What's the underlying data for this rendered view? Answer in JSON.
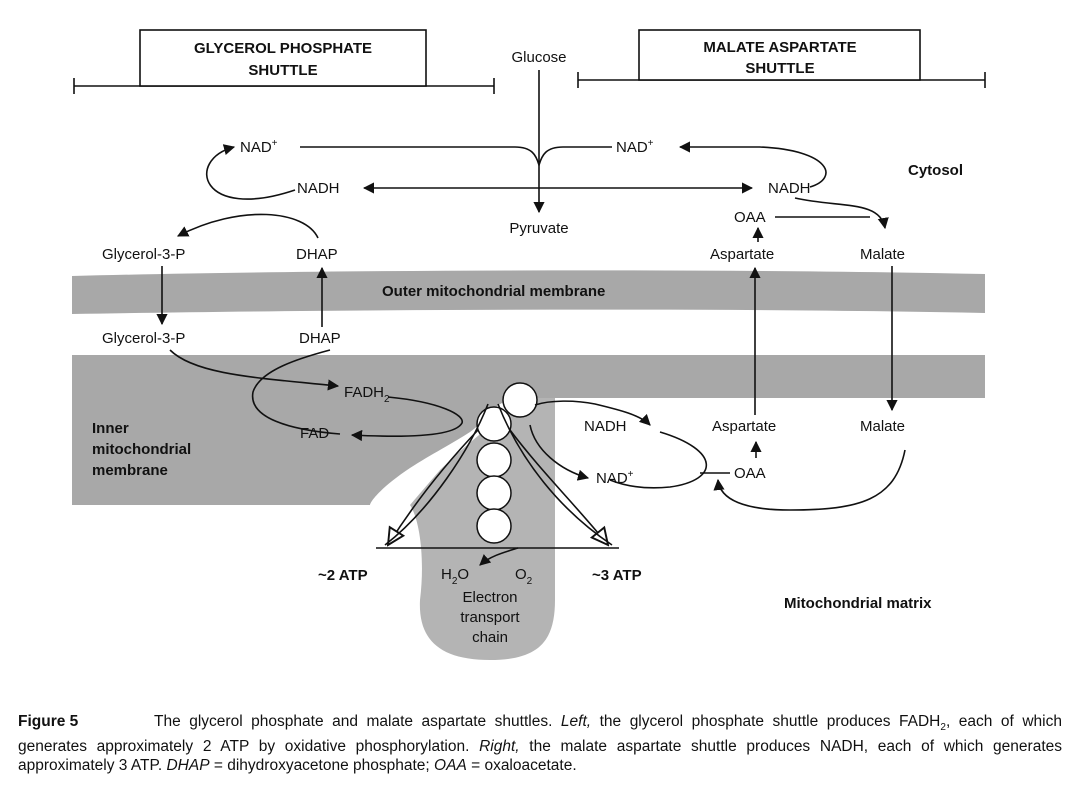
{
  "headers": {
    "left": [
      "GLYCEROL PHOSPHATE",
      "SHUTTLE"
    ],
    "right": [
      "MALATE ASPARTATE",
      "SHUTTLE"
    ]
  },
  "center": {
    "glucose": "Glucose",
    "pyruvate": "Pyruvate"
  },
  "cytosol": {
    "label": "Cytosol",
    "nad_left": "NAD",
    "nadh_left": "NADH",
    "nad_right": "NAD",
    "nadh_right": "NADH",
    "oaa": "OAA",
    "aspartate": "Aspartate",
    "malate": "Malate",
    "glycerol3p": "Glycerol-3-P",
    "dhap": "DHAP",
    "plus": "+"
  },
  "membranes": {
    "outer": "Outer mitochondrial membrane",
    "inner": [
      "Inner",
      "mitochondrial",
      "membrane"
    ]
  },
  "intermembrane": {
    "glycerol3p": "Glycerol-3-P",
    "dhap": "DHAP",
    "fadh": "FADH",
    "fadh_sub": "2",
    "fad": "FAD"
  },
  "matrix": {
    "label": "Mitochondrial matrix",
    "nadh": "NADH",
    "nad": "NAD",
    "aspartate": "Aspartate",
    "malate": "Malate",
    "oaa": "OAA",
    "atp_left": "~2 ATP",
    "atp_right": "~3 ATP",
    "h2o_h": "H",
    "h2o_sub": "2",
    "h2o_o": "O",
    "o2_o": "O",
    "o2_sub": "2",
    "etc": [
      "Electron",
      "transport",
      "chain"
    ]
  },
  "caption": {
    "fig_num": "Figure 5",
    "t1": "The glycerol phosphate and malate aspartate shuttles. ",
    "left_em": "Left,",
    "t2": " the glycerol phosphate shuttle produces FADH",
    "sub2a": "2",
    "t3": ", each of which generates approximately 2 ATP by oxidative phosphorylation. ",
    "right_em": "Right,",
    "t4": " the malate aspartate shuttle produces NADH, each of which generates approximately 3 ATP. ",
    "dhap_em": "DHAP",
    "t5": " = dihydroxyacetone phosphate; ",
    "oaa_em": "OAA",
    "t6": " = oxaloacetate."
  },
  "colors": {
    "membrane": "#a8a8a8",
    "matrix_chain": "#b4b4b4",
    "ink": "#111111",
    "paper": "#ffffff"
  }
}
